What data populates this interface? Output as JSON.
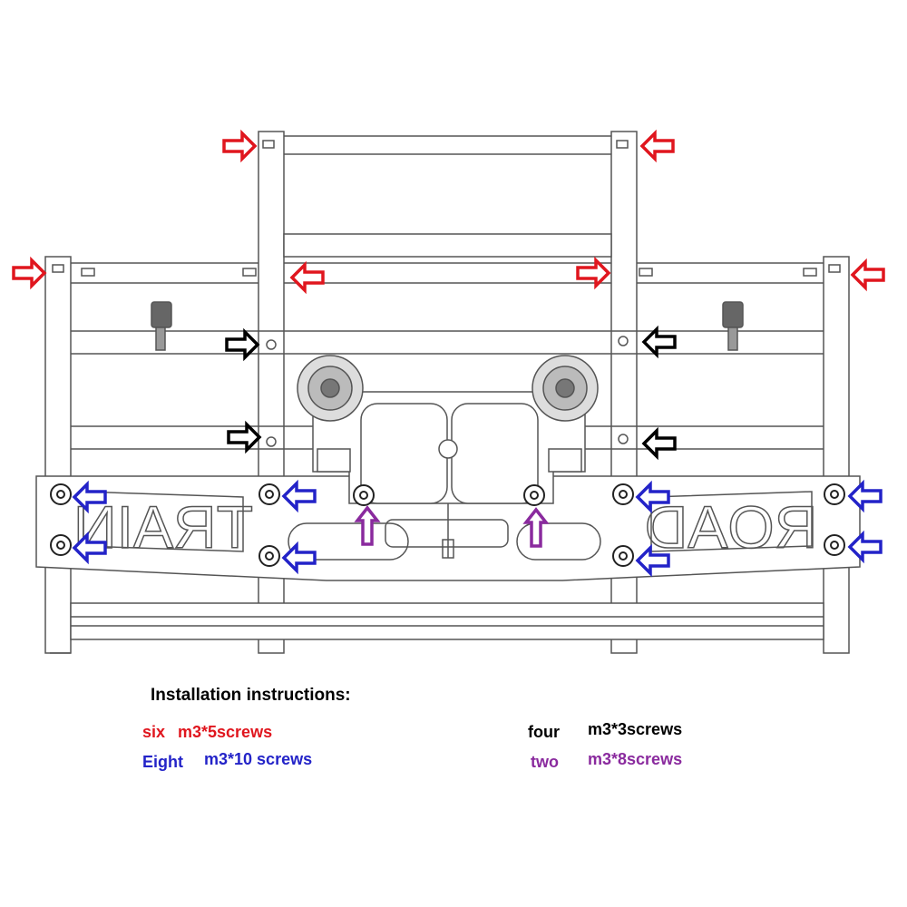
{
  "bumper": {
    "left_plate_text": "TRAIN",
    "right_plate_text": "ROAD"
  },
  "legend": {
    "title": "Installation instructions:",
    "items": [
      {
        "count": "six",
        "spec": "m3*5screws",
        "color": "#e0161e"
      },
      {
        "count": "Eight",
        "spec": "m3*10 screws",
        "color": "#2323c8"
      },
      {
        "count": "four",
        "spec": "m3*3screws",
        "color": "#000000"
      },
      {
        "count": "two",
        "spec": "m3*8screws",
        "color": "#8a2a9e"
      }
    ]
  },
  "arrow_colors": {
    "red": "#e0161e",
    "blue": "#2323c8",
    "black": "#000000",
    "purple": "#8a2a9e"
  }
}
